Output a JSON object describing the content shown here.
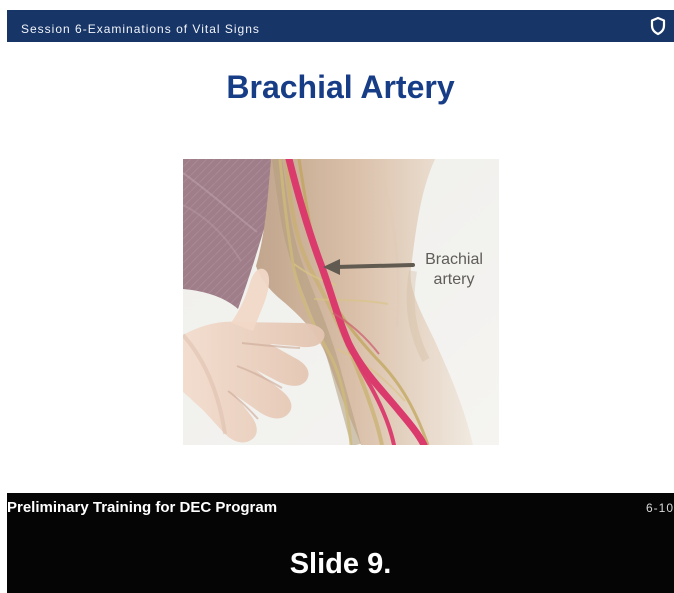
{
  "header": {
    "session_label": "Session 6-Examinations of Vital Signs",
    "shield_icon": "shield-icon"
  },
  "slide": {
    "title": "Brachial Artery",
    "image_caption": "Brachial artery"
  },
  "footer": {
    "program_label": "Preliminary Training for DEC Program",
    "page_number": "6-10",
    "slide_number": "Slide 9."
  },
  "colors": {
    "header_background": "#173566",
    "title": "#183d87",
    "footer_background": "#050505",
    "artery": "#d51f58",
    "nerve": "#b79d42",
    "sleeve": "#8f6473"
  }
}
